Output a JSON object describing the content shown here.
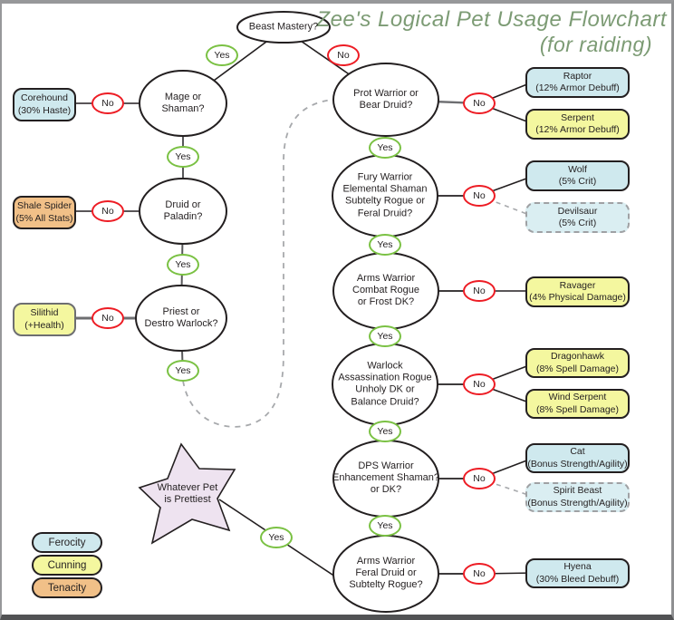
{
  "title": {
    "line1": "Zee's Logical Pet Usage Flowchart",
    "line2": "(for raiding)"
  },
  "decision_labels": {
    "yes": "Yes",
    "no": "No"
  },
  "questions": {
    "beast_mastery": "Beast Mastery?",
    "mage_shaman": "Mage or\nShaman?",
    "druid_paladin": "Druid or\nPaladin?",
    "priest_warlock": "Priest or\nDestro Warlock?",
    "prot_bear": "Prot Warrior or\nBear Druid?",
    "fury_group": "Fury Warrior\nElemental Shaman\nSubtelty Rogue or\nFeral Druid?",
    "arms_combat_frost": "Arms Warrior\nCombat Rogue\nor Frost DK?",
    "warlock_group": "Warlock\nAssassination Rogue\nUnholy DK or\nBalance Druid?",
    "dps_group": "DPS Warrior\nEnhancement Shaman?\nor DK?",
    "arms_feral_sub": "Arms Warrior\nFeral Druid or\nSubtelty Rogue?"
  },
  "pets": {
    "corehound": "Corehound\n(30% Haste)",
    "shale_spider": "Shale Spider\n(5% All Stats)",
    "silithid": "Silithid\n(+Health)",
    "raptor": "Raptor\n(12% Armor Debuff)",
    "serpent": "Serpent\n(12% Armor Debuff)",
    "wolf": "Wolf\n(5% Crit)",
    "devilsaur": "Devilsaur\n(5% Crit)",
    "ravager": "Ravager\n(4% Physical Damage)",
    "dragonhawk": "Dragonhawk\n(8% Spell Damage)",
    "wind_serpent": "Wind Serpent\n(8% Spell Damage)",
    "cat": "Cat\n(Bonus Strength/Agility)",
    "spirit_beast": "Spirit Beast\n(Bonus Strength/Agility)",
    "hyena": "Hyena\n(30% Bleed Debuff)"
  },
  "star": {
    "label": "Whatever Pet\nis Prettiest"
  },
  "legend": {
    "ferocity": {
      "label": "Ferocity",
      "color": "#cfe9ee"
    },
    "cunning": {
      "label": "Cunning",
      "color": "#f4f79f"
    },
    "tenacity": {
      "label": "Tenacity",
      "color": "#f1c088"
    }
  },
  "colors": {
    "yes_outline": "#7ac143",
    "no_outline": "#ed1c24",
    "title_green": "#7c9b74",
    "star_pink": "#eee3f0",
    "dashed_box_fill": "#daeef2"
  }
}
